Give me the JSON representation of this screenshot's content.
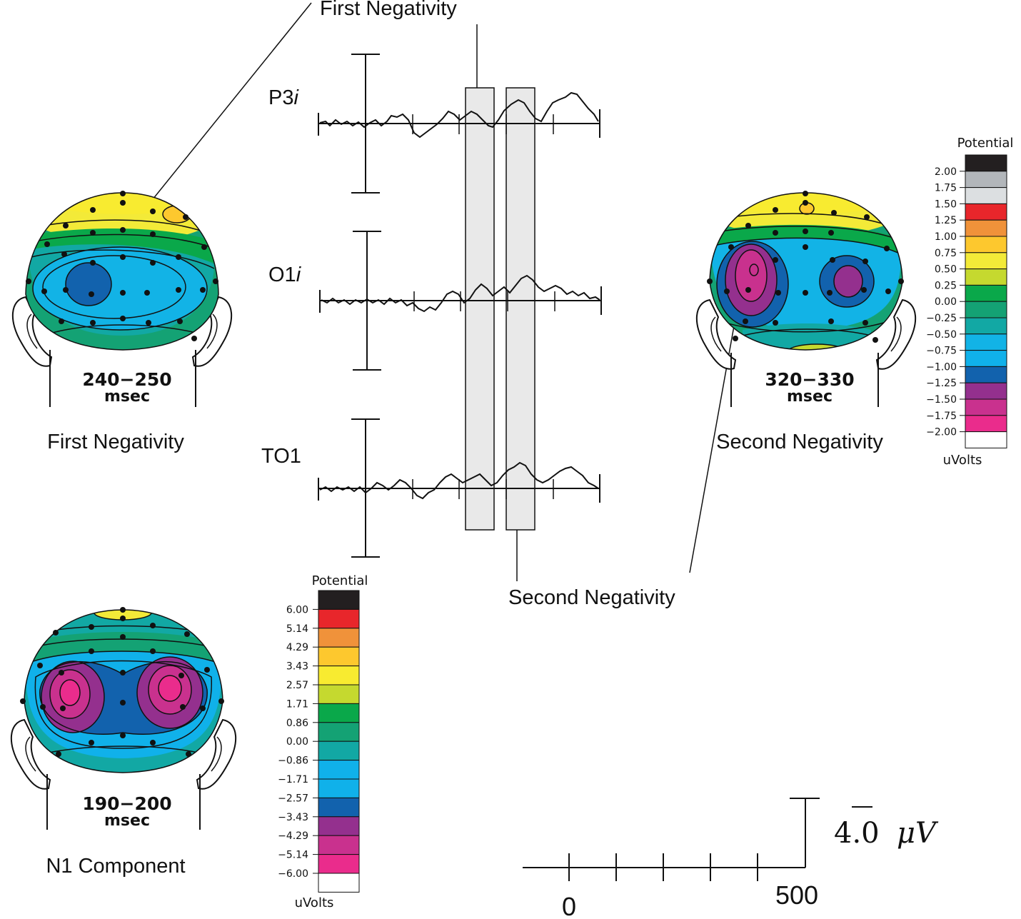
{
  "callouts": {
    "top": "First Negativity",
    "bottom": "Second Negativity"
  },
  "channels": [
    {
      "name": "P3",
      "suffix": "i"
    },
    {
      "name": "O1",
      "suffix": "i"
    },
    {
      "name": "TO1",
      "suffix": ""
    }
  ],
  "maps": [
    {
      "id": "first",
      "time": "240−250",
      "unit": "msec",
      "caption": "First Negativity"
    },
    {
      "id": "second",
      "time": "320−330",
      "unit": "msec",
      "caption": "Second Negativity"
    },
    {
      "id": "n1",
      "time": "190−200",
      "unit": "msec",
      "caption": "N1 Component"
    }
  ],
  "colorbar_small": {
    "title": "Potential",
    "unit": "uVolts",
    "ticks": [
      "2.00",
      "1.75",
      "1.50",
      "1.25",
      "1.00",
      "0.75",
      "0.50",
      "0.25",
      "0.00",
      "−0.25",
      "−0.50",
      "−0.75",
      "−1.00",
      "−1.25",
      "−1.50",
      "−1.75",
      "−2.00"
    ],
    "colors": [
      "#231f20",
      "#b2b6ba",
      "#dcdfe1",
      "#e8262b",
      "#f0923a",
      "#fdc82e",
      "#f3ea38",
      "#c5d92f",
      "#0aa84a",
      "#14a274",
      "#12a8a4",
      "#12b3e6",
      "#10b1ea",
      "#1262ad",
      "#94308e",
      "#c9318e",
      "#ea2c8c",
      "#ffffff"
    ]
  },
  "colorbar_large": {
    "title": "Potential",
    "unit": "uVolts",
    "ticks": [
      "6.00",
      "5.14",
      "4.29",
      "3.43",
      "2.57",
      "1.71",
      "0.86",
      "0.00",
      "−0.86",
      "−1.71",
      "−2.57",
      "−3.43",
      "−4.29",
      "−5.14",
      "−6.00"
    ],
    "colors": [
      "#231f20",
      "#e8262b",
      "#f0923a",
      "#fdc82e",
      "#f8eb30",
      "#c5d92f",
      "#0aa84a",
      "#14a274",
      "#12a8a4",
      "#10b1ea",
      "#10b1ea",
      "#1262ad",
      "#94308e",
      "#c9318e",
      "#ea2c8c",
      "#ffffff"
    ]
  },
  "scale": {
    "x_start": "0",
    "x_end": "500",
    "amplitude": "4.0",
    "amplitude_unit": "μV"
  },
  "colors": {
    "highlight_fill": "#e9e9e9",
    "trace": "#111111"
  }
}
